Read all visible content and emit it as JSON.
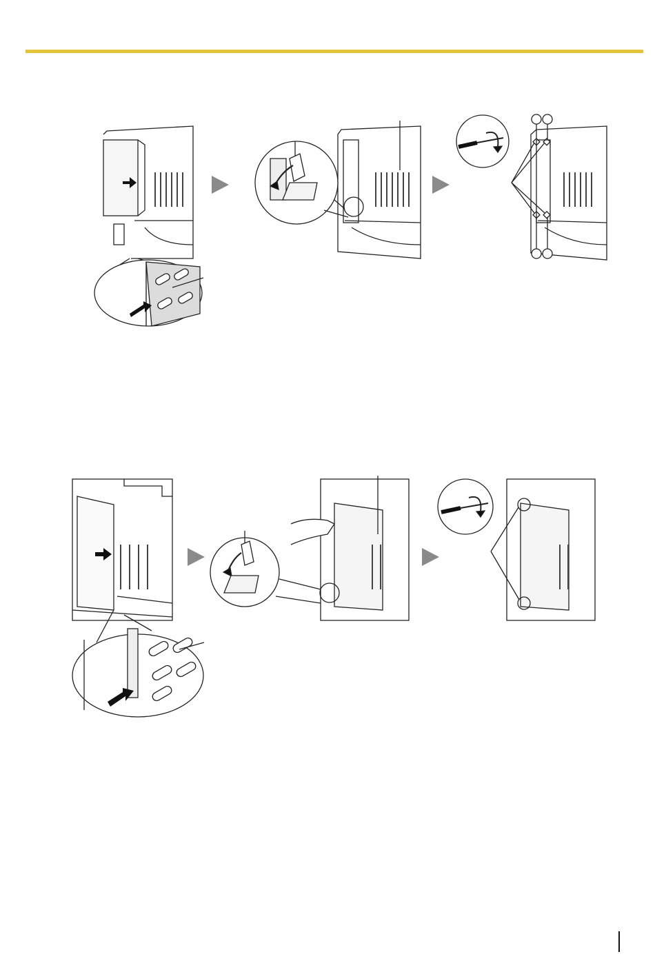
{
  "page": {
    "accent_color": "#e3c43a",
    "arrow_color": "#8a8a8a"
  },
  "figures": [
    {
      "id": "fig1",
      "steps": 3,
      "icons": [
        "card-insert-arrow",
        "lever-close",
        "screw-tighten"
      ]
    },
    {
      "id": "fig2",
      "steps": 3,
      "icons": [
        "card-insert-arrow",
        "lever-close",
        "screw-tighten"
      ]
    }
  ]
}
